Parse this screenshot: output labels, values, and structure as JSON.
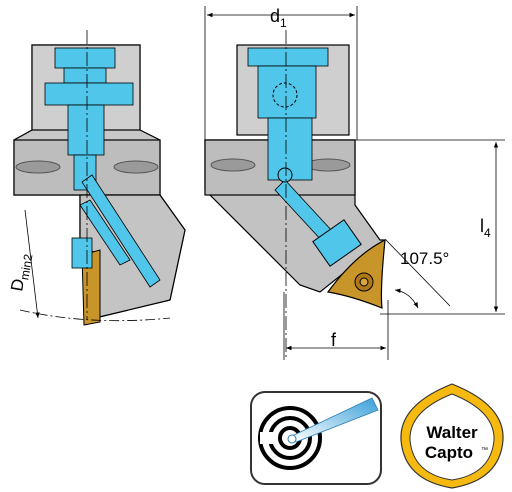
{
  "dimensions": {
    "d1": {
      "main": "d",
      "sub": "1"
    },
    "dmin2": {
      "main": "D",
      "sub": "min2"
    },
    "l4": {
      "main": "l",
      "sub": "4"
    },
    "f": "f",
    "angle": "107.5°"
  },
  "badges": {
    "coolant": {
      "icon": "internal-coolant-icon"
    },
    "walter_capto": {
      "line1": "Walter",
      "line2": "Capto",
      "trademark": "™"
    }
  },
  "colors": {
    "body_gray": "#c8c8c8",
    "coolant_blue": "#4fc6ea",
    "insert_gold": "#c8952a",
    "badge_yellow": "#f5b90f"
  }
}
